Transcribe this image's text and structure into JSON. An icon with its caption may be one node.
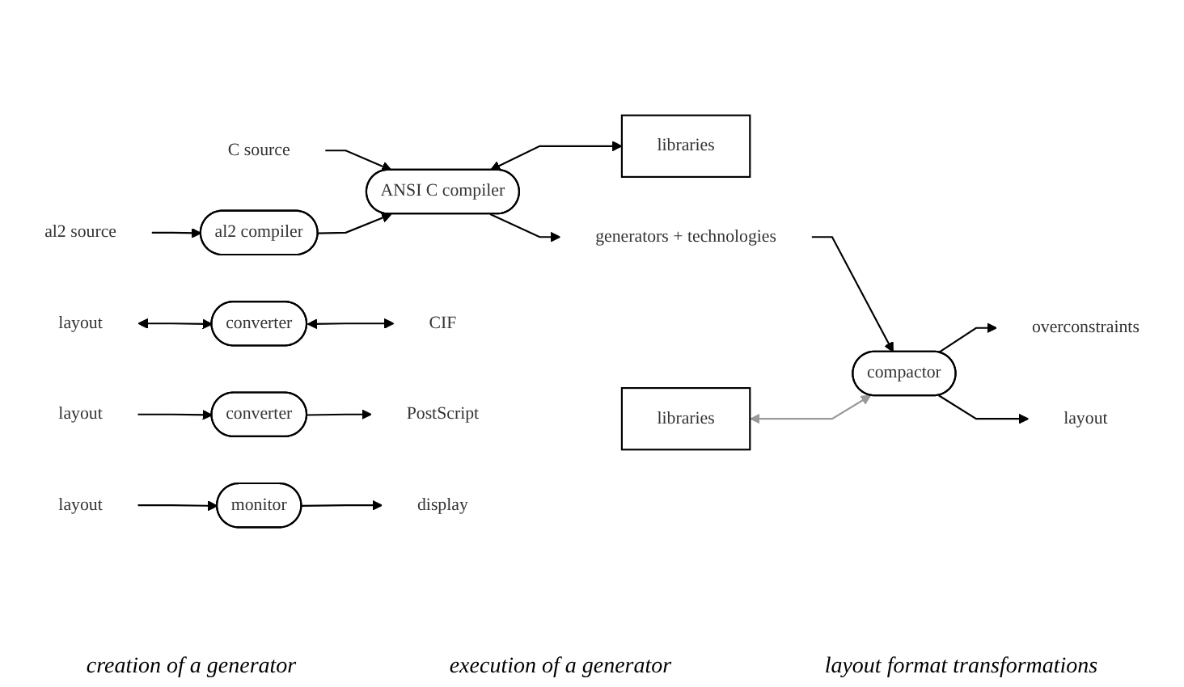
{
  "diagram": {
    "nodes": [
      {
        "text": [
          "al2 source"
        ]
      },
      {
        "text": [
          "C source"
        ]
      },
      {
        "text": [
          "al2 compiler"
        ]
      },
      {
        "text": [
          "ANSI C compiler"
        ]
      },
      {
        "text": [
          "libraries"
        ]
      },
      {
        "text": [
          "generators + technologies"
        ]
      },
      {
        "text": [
          "overconstraints"
        ]
      },
      {
        "text": [
          "compactor"
        ]
      },
      {
        "text": [
          "layout"
        ]
      },
      {
        "text": [
          "libraries"
        ]
      },
      {
        "text": [
          "layout"
        ]
      },
      {
        "text": [
          "converter"
        ]
      },
      {
        "text": [
          "CIF"
        ]
      },
      {
        "text": [
          "layout"
        ]
      },
      {
        "text": [
          "converter"
        ]
      },
      {
        "text": [
          "PostScript"
        ]
      },
      {
        "text": [
          "layout"
        ]
      },
      {
        "text": [
          "monitor"
        ]
      },
      {
        "text": [
          "display"
        ]
      }
    ],
    "edges": [
      {
        "from": 0,
        "to": 2,
        "arrow": "to"
      },
      {
        "from": 1,
        "to": 3,
        "arrow": "to"
      },
      {
        "from": 2,
        "to": 3,
        "arrow": "to"
      },
      {
        "from": 3,
        "to": 4,
        "arrow": "both"
      },
      {
        "from": 3,
        "to": 5,
        "arrow": "to"
      },
      {
        "from": 5,
        "to": 7,
        "arrow": "to"
      },
      {
        "from": 7,
        "to": 6,
        "arrow": "to"
      },
      {
        "from": 7,
        "to": 8,
        "arrow": "to"
      },
      {
        "from": 9,
        "to": 7,
        "arrow": "both",
        "color": "#999999"
      },
      {
        "from": 10,
        "to": 11,
        "arrow": "both"
      },
      {
        "from": 11,
        "to": 12,
        "arrow": "both"
      },
      {
        "from": 13,
        "to": 14,
        "arrow": "to"
      },
      {
        "from": 14,
        "to": 15,
        "arrow": "to"
      },
      {
        "from": 16,
        "to": 17,
        "arrow": "to"
      },
      {
        "from": 17,
        "to": 18,
        "arrow": "to"
      }
    ],
    "labels": [
      "creation of a generator",
      "execution of a generator",
      "layout format transformations"
    ]
  }
}
